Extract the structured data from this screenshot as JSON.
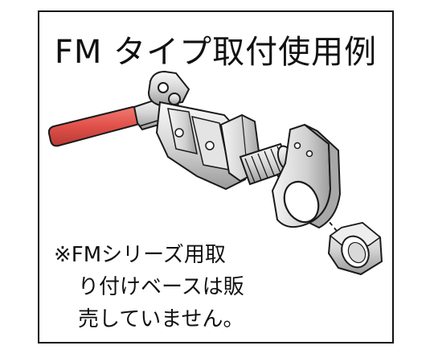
{
  "title": "FM タイプ取付使用例",
  "note": {
    "line1": "※FMシリーズ用取",
    "line2": "り付けベースは販",
    "line3": "売していません。"
  },
  "colors": {
    "handle": "#e0504a",
    "metal_light": "#f2f2f2",
    "metal_mid": "#cfcfcf",
    "metal_dark": "#8d8d8d",
    "brass": "#e2a65a",
    "outline": "#1a1a1a"
  }
}
